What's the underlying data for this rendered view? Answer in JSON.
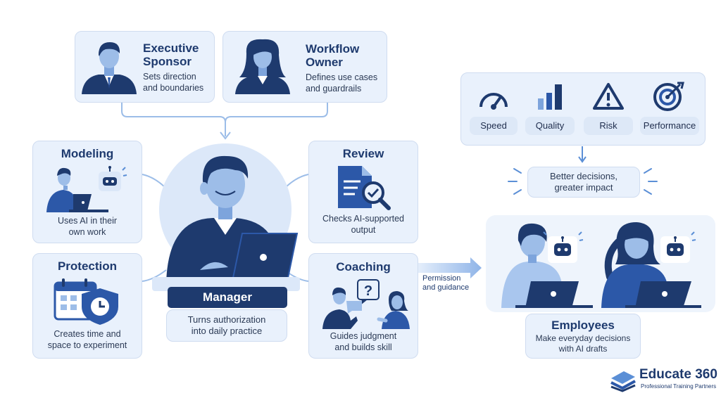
{
  "sponsor": {
    "title_1": "Executive",
    "title_2": "Sponsor",
    "desc_1": "Sets direction",
    "desc_2": "and boundaries"
  },
  "owner": {
    "title_1": "Workflow",
    "title_2": "Owner",
    "desc_1": "Defines use cases",
    "desc_2": "and guardrails"
  },
  "modeling": {
    "title": "Modeling",
    "desc_1": "Uses AI in their",
    "desc_2": "own work"
  },
  "protection": {
    "title": "Protection",
    "desc_1": "Creates time and",
    "desc_2": "space to experiment"
  },
  "review": {
    "title": "Review",
    "desc_1": "Checks AI-supported",
    "desc_2": "output"
  },
  "coaching": {
    "title": "Coaching",
    "desc_1": "Guides judgment",
    "desc_2": "and builds skill"
  },
  "manager": {
    "title": "Manager",
    "desc_1": "Turns authorization",
    "desc_2": "into daily practice"
  },
  "outcomes": {
    "items": [
      "Speed",
      "Quality",
      "Risk",
      "Performance"
    ],
    "result_1": "Better decisions,",
    "result_2": "greater impact"
  },
  "handoff": {
    "line_1": "Permission",
    "line_2": "and guidance"
  },
  "employees": {
    "title": "Employees",
    "desc_1": "Make everyday decisions",
    "desc_2": "with AI drafts"
  },
  "brand": {
    "name": "Educate 360",
    "tagline": "Professional Training Partners"
  },
  "colors": {
    "navy": "#1e3a6e",
    "card": "#e9f1fc",
    "accent": "#5b8fd6",
    "light": "#a9c6ee"
  }
}
